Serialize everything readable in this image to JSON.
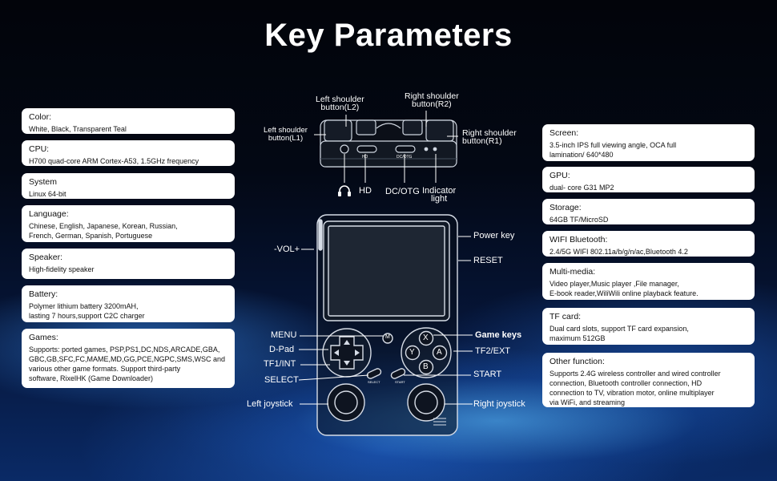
{
  "title": "Key Parameters",
  "left_cards": [
    {
      "heading": "Color:",
      "body": "White, Black, Transparent Teal"
    },
    {
      "heading": "CPU:",
      "body": "H700 quad-core ARM Cortex-A53, 1.5GHz frequency"
    },
    {
      "heading": "System",
      "body": "Linux 64-bit"
    },
    {
      "heading": "Language:",
      "body": "Chinese, English, Japanese, Korean, Russian,\nFrench, German, Spanish, Portuguese"
    },
    {
      "heading": "Speaker:",
      "body": "High-fidelity speaker"
    },
    {
      "heading": "Battery:",
      "body": "Polymer lithium battery 3200mAH,\nlasting 7 hours,support C2C charger"
    },
    {
      "heading": "Games:",
      "body": "Supports: ported games, PSP,PS1,DC,NDS,ARCADE,GBA,\nGBC,GB,SFC,FC,MAME,MD,GG,PCE,NGPC,SMS,WSC and\nvarious other game formats. Support third-party\nsoftware, RixelHK (Game Downloader)"
    }
  ],
  "right_cards": [
    {
      "heading": "Screen:",
      "body": "3.5-inch IPS full viewing angle, OCA full\nlamination/ 640*480"
    },
    {
      "heading": "GPU:",
      "body": "dual- core G31 MP2"
    },
    {
      "heading": "Storage:",
      "body": "64GB TF/MicroSD"
    },
    {
      "heading": "WIFI Bluetooth:",
      "body": "2.4/5G WIFI 802.11a/b/g/n/ac,Bluetooth 4.2"
    },
    {
      "heading": "Multi-media:",
      "body": "Video player,Music player ,File manager,\nE-book reader,WiliWili online playback feature."
    },
    {
      "heading": "TF card:",
      "body": "Dual card slots, support TF card expansion,\nmaximum 512GB"
    },
    {
      "heading": "Other function:",
      "body": "Supports 2.4G wireless controller and wired controller\nconnection, Bluetooth controller connection, HD\nconnection to TV, vibration motor, online multiplayer\nvia WiFi, and streaming"
    }
  ],
  "top_labels": {
    "l2": "Left shoulder\nbutton(L2)",
    "r2": "Right shoulder\nbutton(R2)",
    "l1": "Left shoulder\nbutton(L1)",
    "r1": "Right shoulder\nbutton(R1)",
    "hd": "HD",
    "dcotg": "DC/OTG",
    "indicator": "Indicator\nlight",
    "port_hd": "HD",
    "port_dc": "DC/OTG"
  },
  "front_labels": {
    "vol": "-VOL+",
    "power": "Power key",
    "reset": "RESET",
    "menu": "MENU",
    "dpad": "D-Pad",
    "tf1": "TF1/INT",
    "select": "SELECT",
    "left_joy": "Left joystick",
    "game_keys": "Game keys",
    "tf2": "TF2/EXT",
    "start": "START",
    "right_joy": "Right joystick",
    "btn_x": "X",
    "btn_y": "Y",
    "btn_a": "A",
    "btn_b": "B",
    "btn_m": "M",
    "btn_select": "SELECT",
    "btn_start": "START"
  }
}
